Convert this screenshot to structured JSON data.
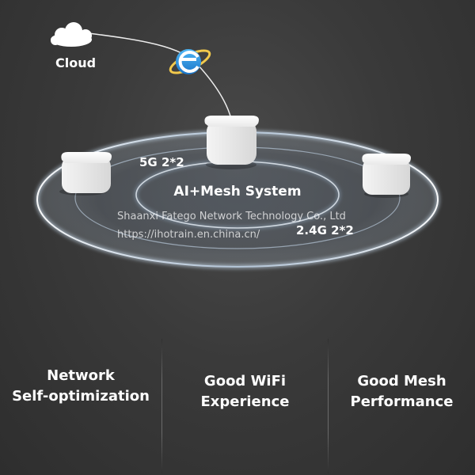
{
  "cloud": {
    "label": "Cloud",
    "icon": "cloud-icon"
  },
  "browser_icon": "internet-explorer-icon",
  "system": {
    "title": "AI+Mesh System"
  },
  "bands": {
    "band_5g": "5G 2*2",
    "band_24g": "2.4G 2*2"
  },
  "watermark": {
    "company": "Shaanxi Fatego Network Technology Co., Ltd",
    "url": "https://ihotrain.en.china.cn/"
  },
  "features": [
    {
      "line1": "Network",
      "line2": "Self-optimization"
    },
    {
      "line1": "Good WiFi",
      "line2": "Experience"
    },
    {
      "line1": "Good Mesh",
      "line2": "Performance"
    }
  ],
  "colors": {
    "background": "#3a3a3a",
    "ring_glow": "#cfe6ff",
    "ie_blue": "#1e8fe0",
    "text": "#ffffff"
  }
}
